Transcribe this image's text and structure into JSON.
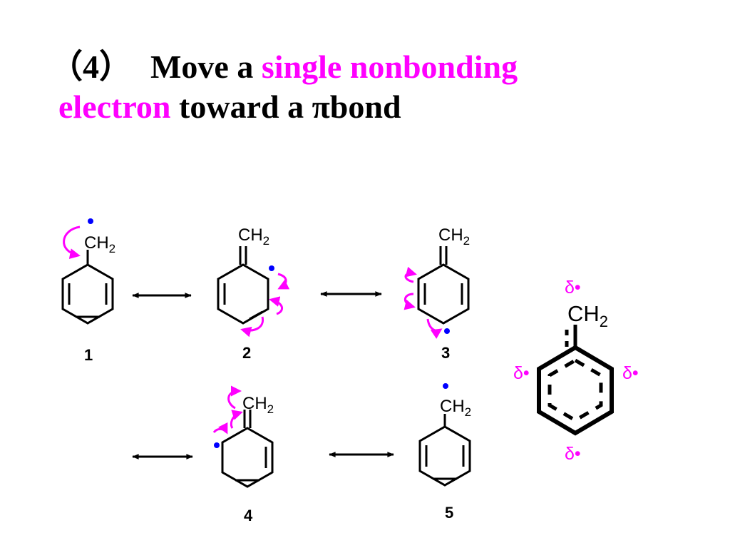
{
  "title": {
    "number": "（4）",
    "part1": "Move a",
    "highlight1": "single nonbonding",
    "highlight2": "electron",
    "part2": "toward a",
    "pi": "π",
    "part3": "bond"
  },
  "structures": {
    "s1": {
      "label": "1",
      "group": "CH",
      "sub": "2"
    },
    "s2": {
      "label": "2",
      "group": "CH",
      "sub": "2"
    },
    "s3": {
      "label": "3",
      "group": "CH",
      "sub": "2"
    },
    "s4": {
      "label": "4",
      "group": "CH",
      "sub": "2"
    },
    "s5": {
      "label": "5",
      "group": "CH",
      "sub": "2"
    },
    "hybrid": {
      "group": "CH",
      "sub": "2",
      "delta": "δ•"
    }
  },
  "colors": {
    "highlight": "#ff00ff",
    "electron": "#0000ff",
    "bond": "#000000"
  }
}
